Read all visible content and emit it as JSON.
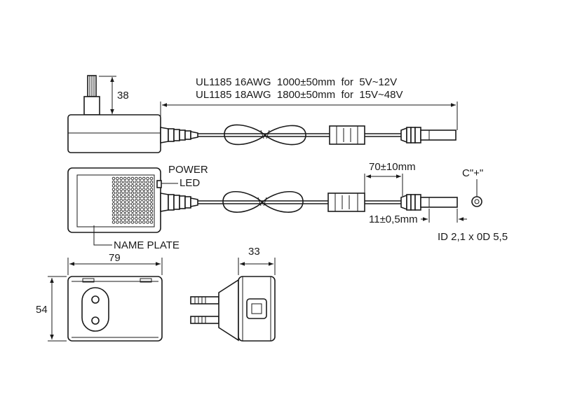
{
  "cable_spec": {
    "line1": "UL1185 16AWG  1000±50mm  for  5V~12V",
    "line2": "UL1185 18AWG  1800±50mm  for  15V~48V"
  },
  "dims": {
    "plug_height": "38",
    "width": "79",
    "height": "54",
    "depth": "33",
    "boot_length": "70±10mm",
    "plug_length": "11±0,5mm"
  },
  "labels": {
    "power_led_1": "POWER",
    "power_led_2": "LED",
    "name_plate": "NAME PLATE",
    "polarity": "C\"+\"",
    "dc_plug": "ID 2,1 x 0D 5,5"
  }
}
